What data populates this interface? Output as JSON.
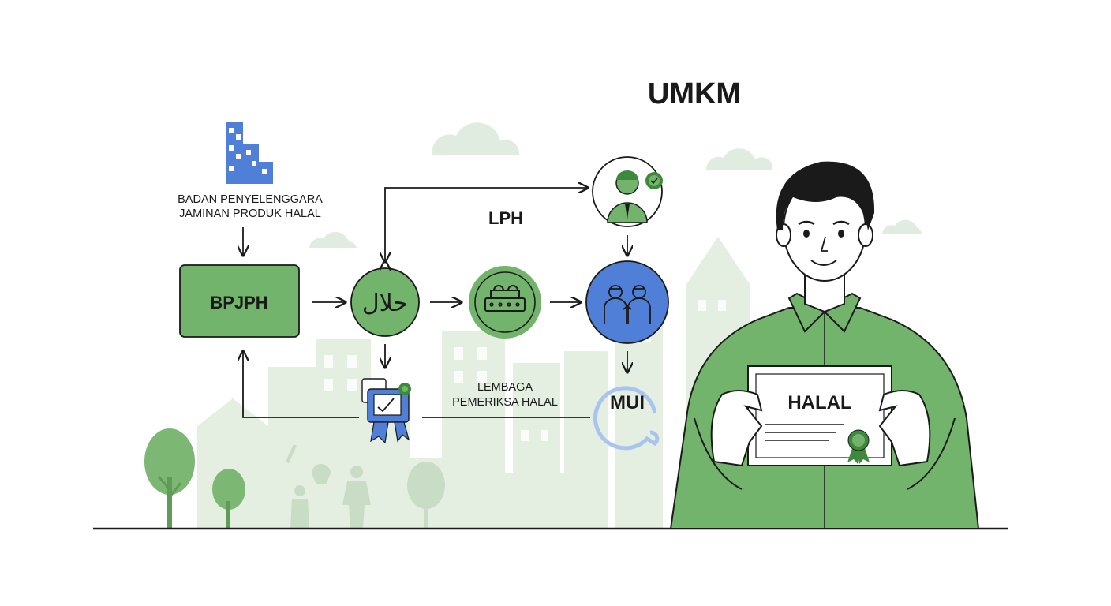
{
  "diagram": {
    "title": "UMKM",
    "agency_label_line1": "BADAN PENYELENGGARA",
    "agency_label_line2": "JAMINAN PRODUK HALAL",
    "bpjph_label": "BPJPH",
    "halal_arabic": "حلال",
    "lph_label": "LPH",
    "lph_caption_line1": "LEMBAGA",
    "lph_caption_line2": "PEMERIKSA HALAL",
    "mui_label": "MUI",
    "certificate_title": "HALAL"
  },
  "colors": {
    "green": "#73b46c",
    "green_dark": "#3e8a3c",
    "blue": "#4f7fd6",
    "blue_light": "#a9c4ef",
    "background_tint": "#e6f0e4",
    "line": "#1a1a1a"
  },
  "icons": [
    "building-icon",
    "cloud-icon",
    "tree-icon",
    "inspector-icon",
    "factory-icon",
    "team-icon",
    "certificate-icon",
    "badge-icon"
  ]
}
